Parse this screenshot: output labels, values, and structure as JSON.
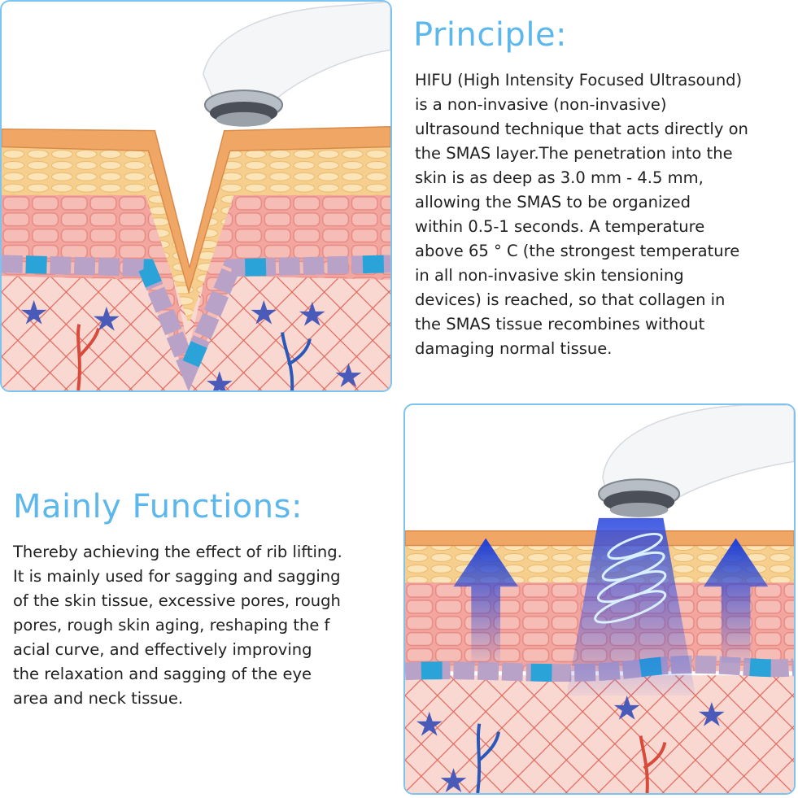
{
  "principle": {
    "heading": "Principle:",
    "lines": [
      "HIFU (High Intensity Focused Ultrasound)",
      "is a non-invasive (non-invasive)",
      "ultrasound technique that acts directly on",
      "the SMAS layer.The penetration into the",
      "skin is as deep as 3.0 mm - 4.5 mm,",
      "allowing the SMAS to be organized",
      "within 0.5-1 seconds. A temperature",
      "above 65 ° C (the strongest temperature",
      "in all non-invasive skin tensioning",
      "devices) is reached, so that collagen in",
      "the SMAS tissue recombines without",
      "damaging normal tissue."
    ]
  },
  "functions": {
    "heading": "Mainly Functions:",
    "lines": [
      "Thereby achieving the effect of rib lifting.",
      "It is mainly used for sagging and sagging",
      "of the skin tissue, excessive pores, rough",
      "pores, rough skin aging, reshaping the f",
      "acial curve, and effectively improving",
      "the relaxation and sagging of the eye",
      "area and neck tissue."
    ]
  },
  "colors": {
    "heading": "#5cb8ec",
    "panel_border": "#7cc4ef",
    "skin_top": "#f3b36a",
    "fat_layer": "#f7d7a0",
    "muscle_layer": "#f0a09a",
    "basal_cells": "#b8a2c8",
    "blue_cells": "#2aa3d8",
    "dermis": "#f9d5cf",
    "fibers": "#d8473a",
    "stars": "#4a5ab8",
    "ultrasound": "#2f4be0"
  },
  "icons": {
    "device": "hifu-handpiece-icon",
    "lift_arrow": "upward-arrow-icon",
    "wave": "ultrasound-wave-icon"
  }
}
